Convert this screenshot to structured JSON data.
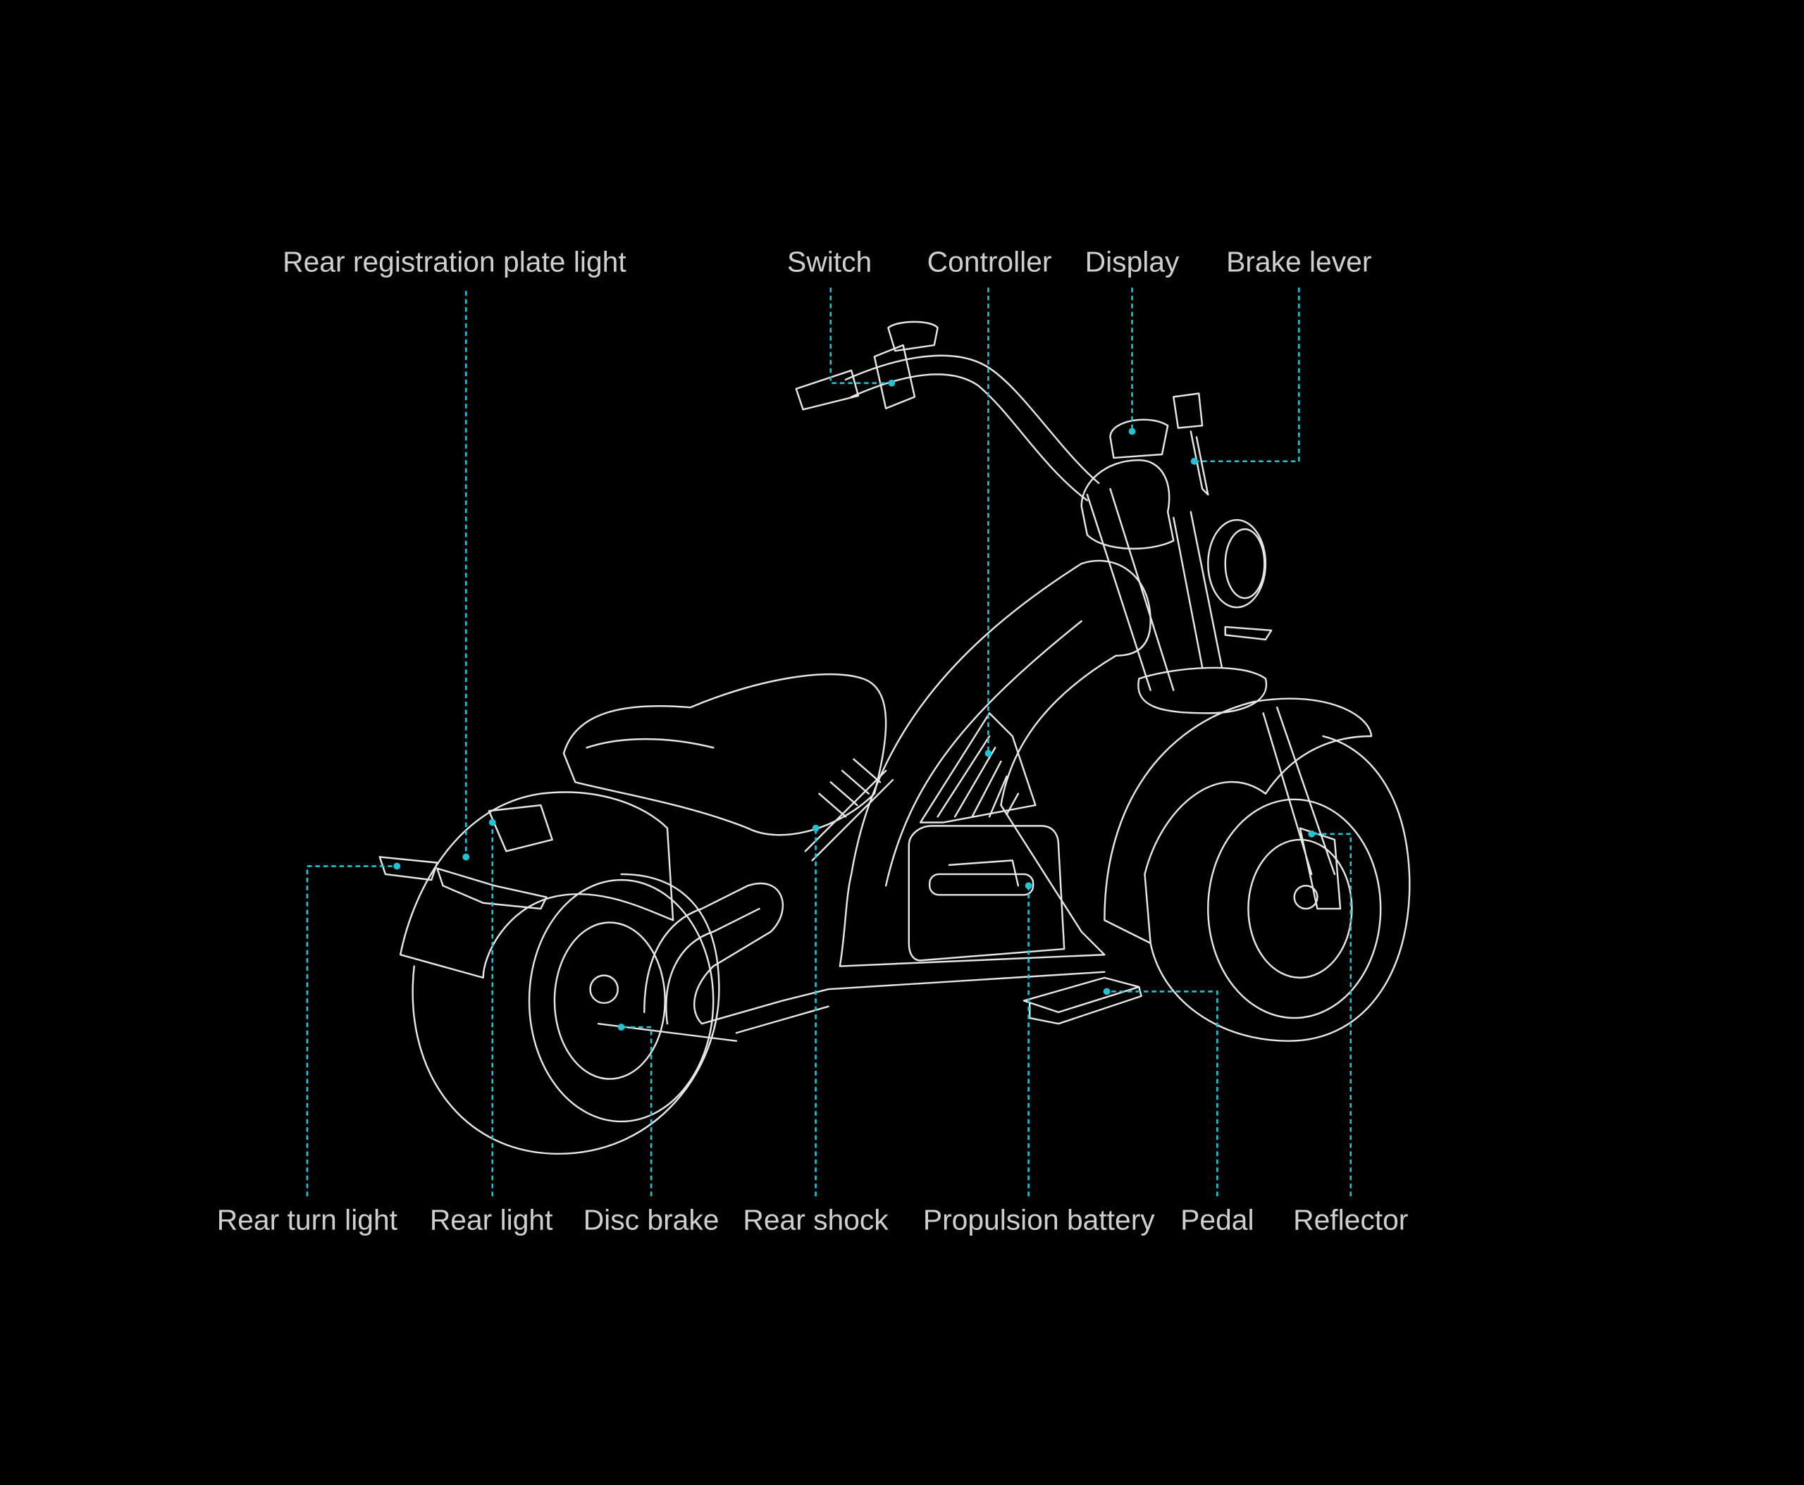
{
  "diagram": {
    "top_labels": {
      "rear_registration_plate_light": "Rear registration plate light",
      "switch": "Switch",
      "controller": "Controller",
      "display": "Display",
      "brake_lever": "Brake lever"
    },
    "bottom_labels": {
      "rear_turn_light": "Rear turn light",
      "rear_light": "Rear light",
      "disc_brake": "Disc brake",
      "rear_shock": "Rear shock",
      "propulsion_battery": "Propulsion battery",
      "pedal": "Pedal",
      "reflector": "Reflector"
    },
    "colors": {
      "background": "#000000",
      "leader": "#22c3d4",
      "label": "#cfcfcf",
      "line_art": "#e6e6e6"
    }
  }
}
